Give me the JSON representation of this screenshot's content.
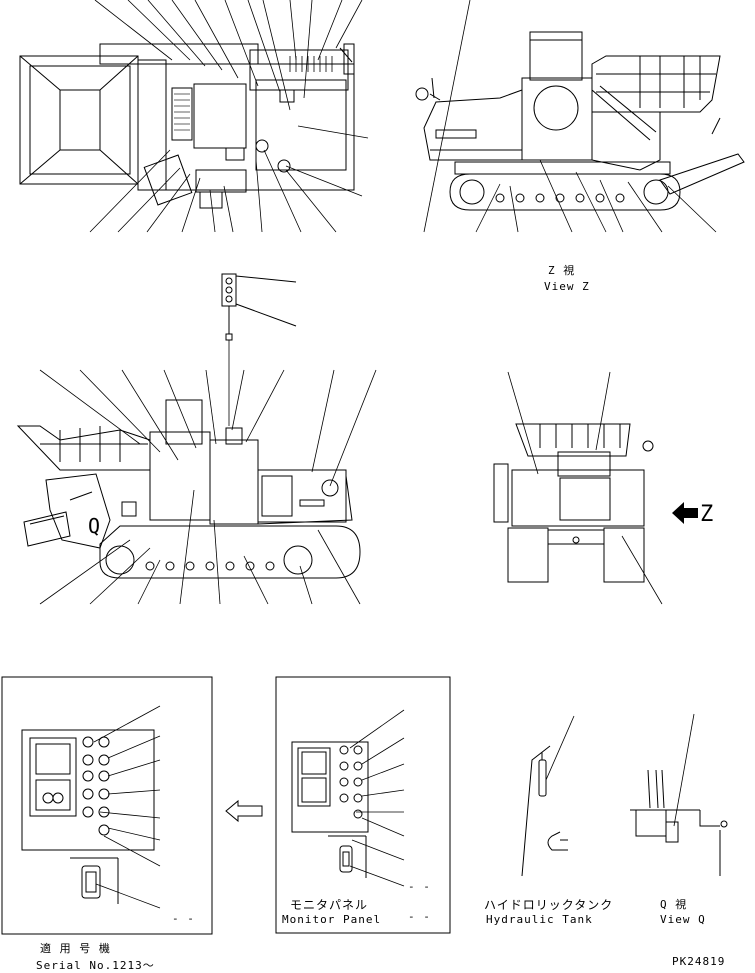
{
  "labels": {
    "view_z_jp": "Z 視",
    "view_z_en": "View Z",
    "arrow_z": "Z",
    "marker_q": "Q",
    "monitor_panel_jp": "モニタパネル",
    "monitor_panel_en": "Monitor Panel",
    "monitor_dash": "- -",
    "serial_dash": "- -",
    "serial_jp": "適 用 号 機",
    "serial_en": "Serial No.1213～",
    "hydraulic_jp": "ハイドロリックタンク",
    "hydraulic_en": "Hydraulic Tank",
    "view_q_jp": "Q 視",
    "view_q_en": "View Q",
    "drawing_no": "PK24819"
  }
}
